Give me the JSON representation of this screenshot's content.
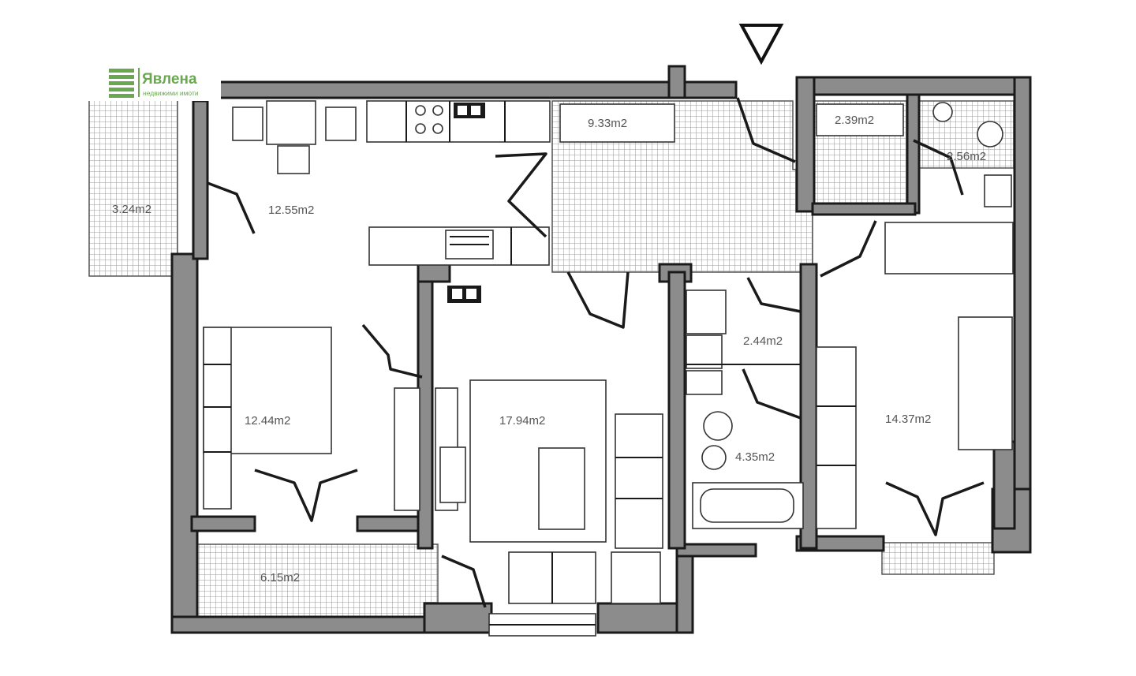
{
  "logo": {
    "name": "Явлена",
    "subtitle": "недвижими имоти",
    "color": "#6aa84f"
  },
  "rooms": [
    {
      "id": "kitchen",
      "label": "12.55m2"
    },
    {
      "id": "corridor",
      "label": "9.33m2"
    },
    {
      "id": "storage",
      "label": "2.39m2"
    },
    {
      "id": "wc",
      "label": "2.56m2"
    },
    {
      "id": "balcony-left",
      "label": "3.24m2"
    },
    {
      "id": "bedroom-left",
      "label": "12.44m2"
    },
    {
      "id": "living",
      "label": "17.94m2"
    },
    {
      "id": "closet",
      "label": "2.44m2"
    },
    {
      "id": "bathroom",
      "label": "4.35m2"
    },
    {
      "id": "bedroom-right",
      "label": "14.37m2"
    },
    {
      "id": "balcony-bottom",
      "label": "6.15m2"
    }
  ],
  "entrance_icon": "entrance-triangle-icon"
}
